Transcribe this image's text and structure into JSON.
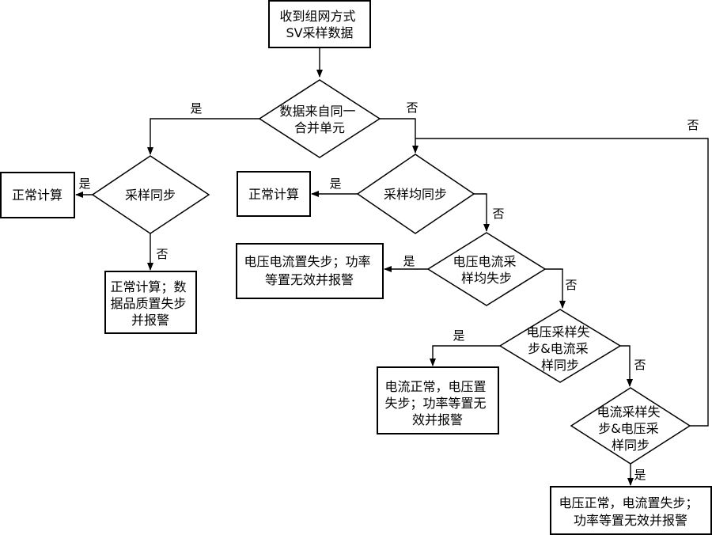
{
  "nodes": {
    "start": [
      "收到组网方式",
      "SV采样数据"
    ],
    "d_same_unit": [
      "数据来自同一",
      "合并单元"
    ],
    "d_sync_left": [
      "采样同步"
    ],
    "r_normal_left": [
      "正常计算"
    ],
    "r_quality_left": [
      "正常计算；数",
      "据品质置失步",
      "并报警"
    ],
    "d_all_sync": [
      "采样均同步"
    ],
    "r_normal_mid": [
      "正常计算"
    ],
    "d_vi_unsync": [
      "电压电流采",
      "样均失步"
    ],
    "r_vi_unsync": [
      "电压电流置失步；功率",
      "等置无效并报警"
    ],
    "d_v_unsync": [
      "电压采样失",
      "步&电流采",
      "样同步"
    ],
    "r_v_unsync": [
      "电流正常，电压置",
      "失步；功率等置无",
      "效并报警"
    ],
    "d_i_unsync": [
      "电流采样失",
      "步&电压采",
      "样同步"
    ],
    "r_i_unsync": [
      "电压正常，电流置失步；",
      "功率等置无效并报警"
    ]
  },
  "labels": {
    "yes": "是",
    "no": "否"
  }
}
